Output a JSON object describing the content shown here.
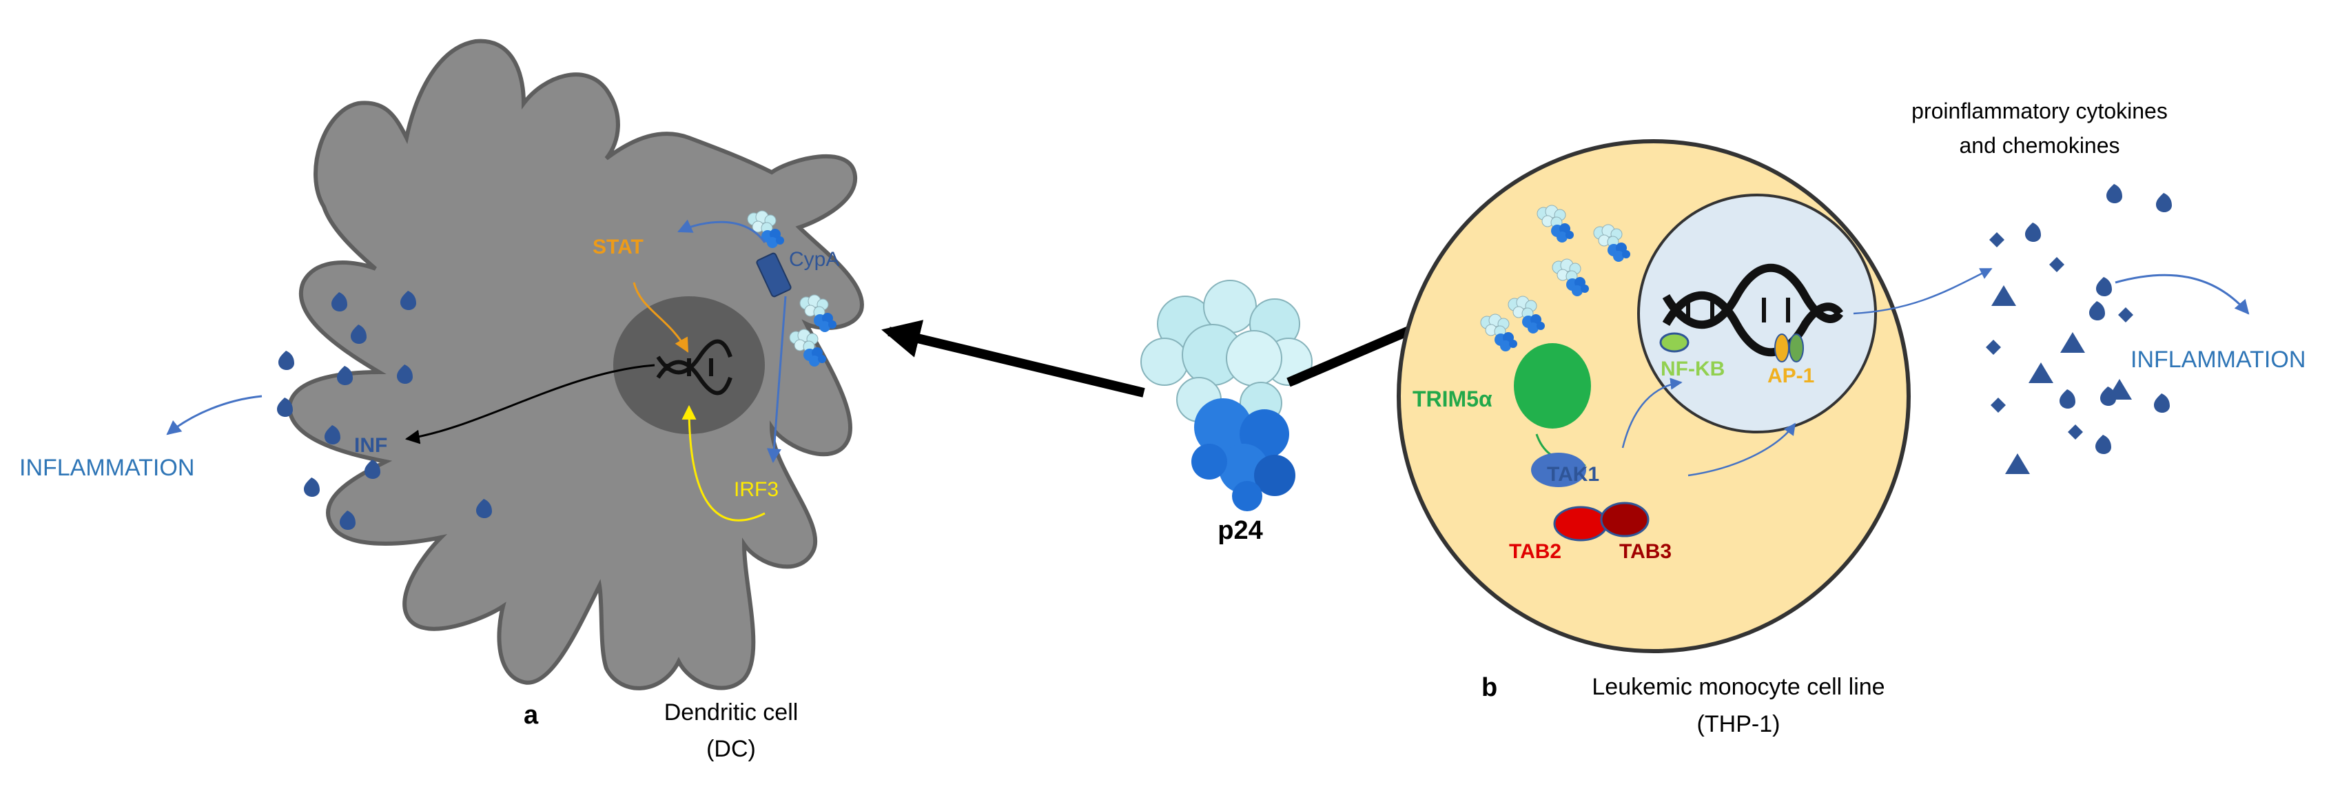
{
  "panel_a": {
    "letter": "a",
    "caption_line1": "Dendritic cell",
    "caption_line2": "(DC)",
    "labels": {
      "stat": "STAT",
      "cypa": "CypA",
      "irf3": "IRF3",
      "inf": "INF",
      "inflammation": "INFLAMMATION"
    }
  },
  "center": {
    "protein_label": "p24"
  },
  "panel_b": {
    "letter": "b",
    "caption_line1": "Leukemic monocyte cell line",
    "caption_line2": "(THP-1)",
    "header_line1": "proinflammatory cytokines",
    "header_line2": "and chemokines",
    "labels": {
      "trim5a": "TRIM5α",
      "nfkb": "NF-KB",
      "ap1": "AP-1",
      "tak1": "TAK1",
      "tab2": "TAB2",
      "tab3": "TAB3",
      "inflammation": "INFLAMMATION"
    }
  },
  "colors": {
    "dc_cell": "#8a8a8a",
    "dc_nucleus": "#5e5e5e",
    "thp1_cell": "#fde4a6",
    "thp1_nucleus": "#dde9f3",
    "droplet": "#2f5597",
    "inflammation_text": "#2e75b6",
    "stat": "#ed9b19",
    "irf3": "#ffeb00",
    "cypa": "#2f5597",
    "trim5a": "#22a84a",
    "nfkb": "#92d050",
    "ap1": "#f0b020",
    "tab_red": "#e00000",
    "tab3_dark": "#a00000",
    "p24_light": "#bfeaf0",
    "p24_dark": "#1f6fd6"
  }
}
